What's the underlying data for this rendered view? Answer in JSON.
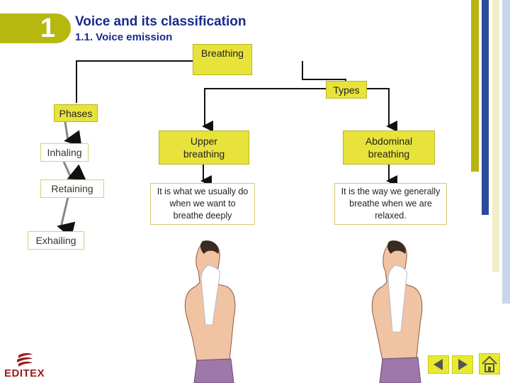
{
  "header": {
    "number": "1",
    "title": "Voice and its classification",
    "subtitle": "1.1. Voice emission"
  },
  "diagram": {
    "root": "Breathing",
    "types_label": "Types",
    "phases_label": "Phases",
    "phases": [
      "Inhaling",
      "Retaining",
      "Exhailing"
    ],
    "types": [
      {
        "name": "Upper breathing",
        "description": "It is what we usually do when we want to breathe deeply"
      },
      {
        "name": "Abdominal breathing",
        "description": "It is the way we generally breathe when we are relaxed."
      }
    ]
  },
  "footer": {
    "logo": "EDITEX"
  },
  "colors": {
    "accent_yellow": "#e8e33a",
    "badge": "#b7b80f",
    "title_blue": "#1a2a8c",
    "logo_red": "#9b1b1b"
  },
  "icons": [
    "back-arrow-icon",
    "forward-arrow-icon",
    "home-icon",
    "editex-logo-icon"
  ]
}
